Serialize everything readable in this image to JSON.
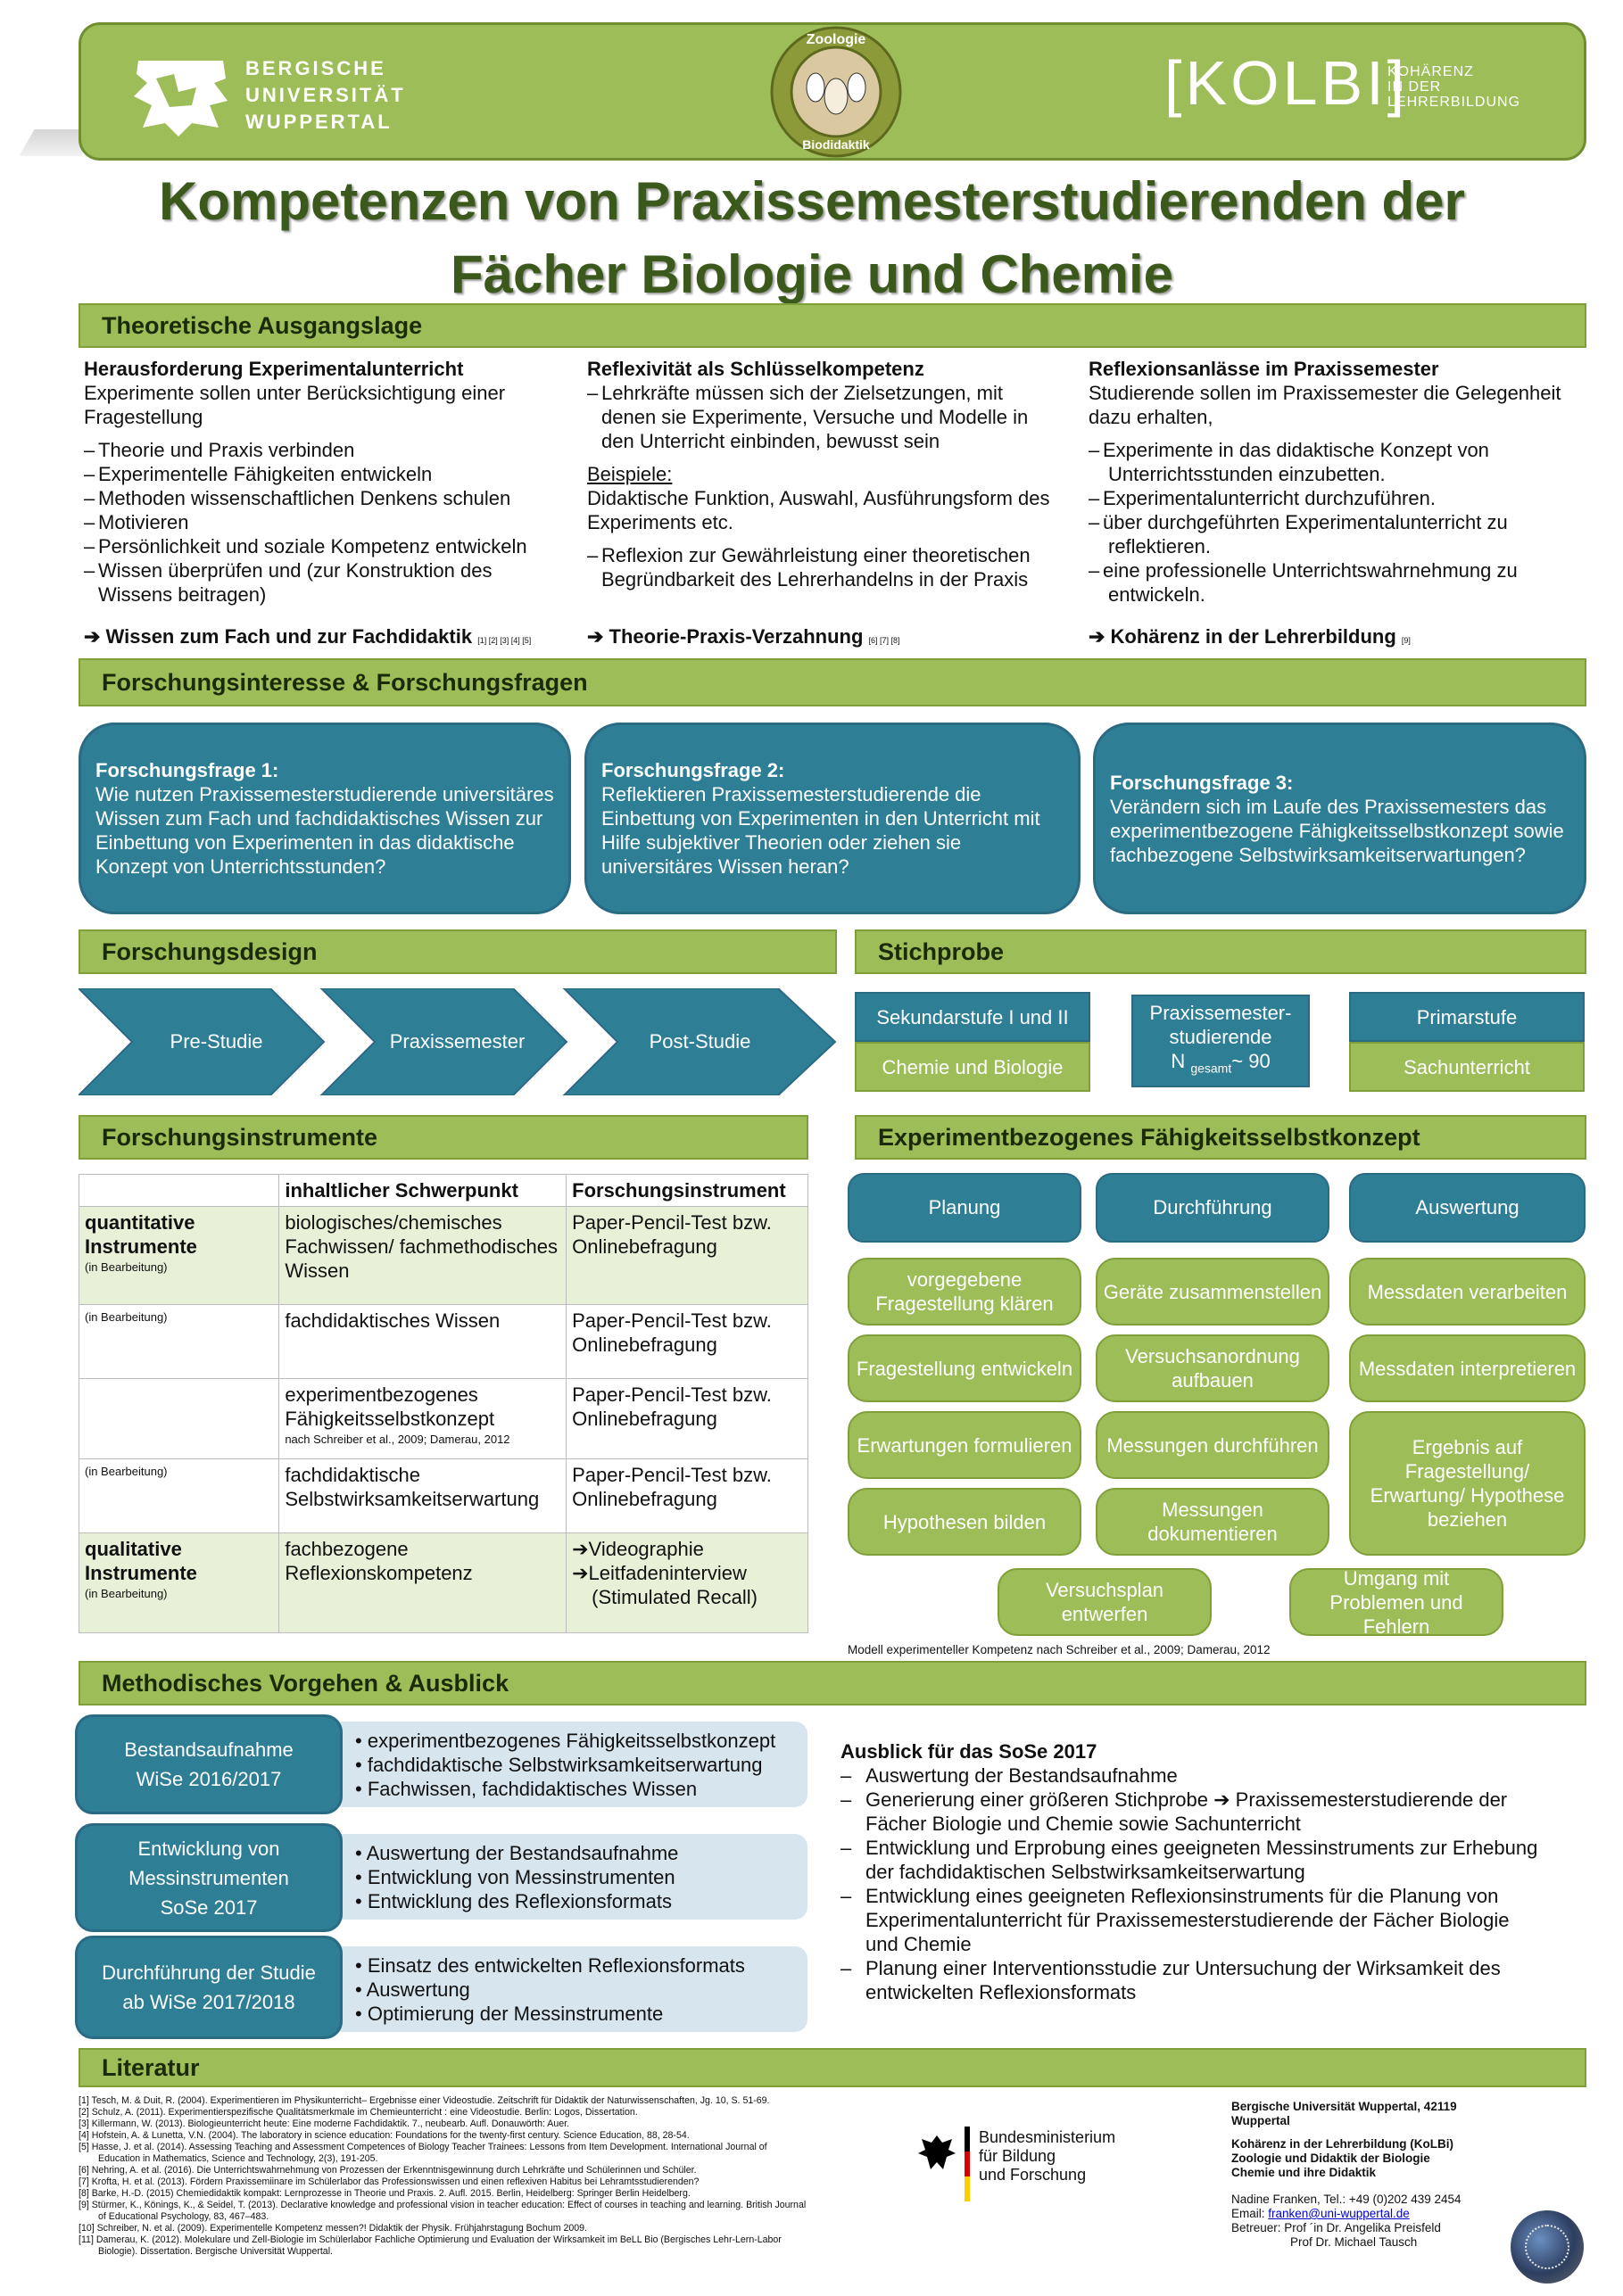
{
  "header": {
    "university_lines": [
      "BERGISCHE",
      "UNIVERSITÄT",
      "WUPPERTAL"
    ],
    "seal_top": "Zoologie",
    "seal_bottom": "Biodidaktik",
    "kolbi_logo": "[KOLBI]",
    "kolbi_sub": [
      "KOHÄRENZ",
      "IN DER",
      "LEHRERBILDUNG"
    ],
    "colors": {
      "green": "#9dbd58",
      "teal": "#2e7e96",
      "title_green": "#3a591b"
    }
  },
  "title_lines": [
    "Kompetenzen von Praxissemesterstudierenden der",
    "Fächer Biologie und Chemie"
  ],
  "sections": {
    "theory": "Theoretische Ausgangslage",
    "interest": "Forschungsinteresse & Forschungsfragen",
    "design": "Forschungsdesign",
    "sample": "Stichprobe",
    "instruments": "Forschungsinstrumente",
    "selfconcept": "Experimentbezogenes Fähigkeitsselbstkonzept",
    "method": "Methodisches Vorgehen & Ausblick",
    "literature": "Literatur"
  },
  "theory": {
    "col1": {
      "heading": "Herausforderung Experimentalunterricht",
      "intro": "Experimente sollen unter Berücksichtigung einer Fragestellung",
      "items": [
        "Theorie und Praxis verbinden",
        "Experimentelle Fähigkeiten entwickeln",
        "Methoden wissenschaftlichen Denkens schulen",
        "Motivieren",
        "Persönlichkeit und soziale Kompetenz entwickeln",
        "Wissen überprüfen und (zur Konstruktion des Wissens beitragen)"
      ],
      "conclusion": "➔ Wissen zum Fach und zur Fachdidaktik",
      "refs": "[1] [2] [3] [4] [5]"
    },
    "col2": {
      "heading": "Reflexivität als Schlüsselkompetenz",
      "item1": "Lehrkräfte müssen sich der Zielsetzungen, mit denen sie Experimente, Versuche und Modelle in den Unterricht einbinden, bewusst sein",
      "examples_label": "Beispiele:",
      "examples": "Didaktische Funktion, Auswahl, Ausführungsform des Experiments etc.",
      "item2": "Reflexion zur Gewährleistung einer theoretischen Begründbarkeit des Lehrerhandelns in der Praxis",
      "conclusion": "➔ Theorie-Praxis-Verzahnung",
      "refs": "[6] [7] [8]"
    },
    "col3": {
      "heading": "Reflexionsanlässe im Praxissemester",
      "intro": "Studierende sollen im Praxissemester die Gelegenheit dazu erhalten,",
      "items": [
        "Experimente in das didaktische Konzept von Unterrichtsstunden einzubetten.",
        "Experimentalunterricht durchzuführen.",
        "über durchgeführten Experimentalunterricht zu reflektieren.",
        "eine professionelle Unterrichtswahrnehmung zu entwickeln."
      ],
      "conclusion": "➔ Kohärenz in der Lehrerbildung",
      "refs": "[9]"
    }
  },
  "questions": [
    {
      "label": "Forschungsfrage 1:",
      "text": "Wie nutzen Praxissemesterstudierende universitäres Wissen zum Fach und fachdidaktisches Wissen zur Einbettung von Experimenten in das didaktische Konzept von Unterrichtsstunden?"
    },
    {
      "label": "Forschungsfrage 2:",
      "text": "Reflektieren Praxissemesterstudierende die Einbettung von Experimenten in den Unterricht mit Hilfe subjektiver Theorien oder ziehen sie universitäres Wissen heran?"
    },
    {
      "label": "Forschungsfrage 3:",
      "text": "Verändern sich im Laufe des Praxissemesters das experimentbezogene Fähigkeitsselbstkonzept sowie fachbezogene Selbstwirksamkeitserwartungen?"
    }
  ],
  "design_steps": [
    "Pre-Studie",
    "Praxissemester",
    "Post-Studie"
  ],
  "sample": {
    "left_top": "Sekundarstufe I und II",
    "left_bottom": "Chemie und Biologie",
    "middle_line1": "Praxissemester-",
    "middle_line2": "studierende",
    "middle_n": "N",
    "middle_sub": "gesamt",
    "middle_val": "~ 90",
    "right_top": "Primarstufe",
    "right_bottom": "Sachunterricht"
  },
  "instruments": {
    "headers": [
      "inhaltlicher Schwerpunkt",
      "Forschungsinstrument"
    ],
    "quant_label": "quantitative Instrumente",
    "qual_label": "qualitative Instrumente",
    "in_progress": "(in Bearbeitung)",
    "rows": [
      {
        "focus": "biologisches/chemisches Fachwissen/ fachmethodisches Wissen",
        "instrument": "Paper-Pencil-Test bzw. Onlinebefragung"
      },
      {
        "focus": "fachdidaktisches Wissen",
        "instrument": "Paper-Pencil-Test bzw. Onlinebefragung"
      },
      {
        "focus": "experimentbezogenes Fähigkeitsselbstkonzept",
        "focus_note": "nach Schreiber et al., 2009; Damerau, 2012",
        "instrument": "Paper-Pencil-Test bzw. Onlinebefragung"
      },
      {
        "focus": "fachdidaktische Selbstwirksamkeitserwartung",
        "instrument": "Paper-Pencil-Test bzw. Onlinebefragung"
      },
      {
        "focus": "fachbezogene Reflexionskompetenz",
        "instrument_lines": [
          "➔Videographie",
          "➔Leitfadeninterview",
          "(Stimulated Recall)"
        ]
      }
    ]
  },
  "selfconcept": {
    "phases": [
      "Planung",
      "Durchführung",
      "Auswertung"
    ],
    "col1": [
      "vorgegebene Fragestellung klären",
      "Fragestellung entwickeln",
      "Erwartungen formulieren",
      "Hypothesen bilden"
    ],
    "col2": [
      "Geräte zusammenstellen",
      "Versuchsanordnung aufbauen",
      "Messungen durchführen",
      "Messungen dokumentieren"
    ],
    "col3": [
      "Messdaten verarbeiten",
      "Messdaten interpretieren",
      "Ergebnis auf Fragestellung/ Erwartung/ Hypothese beziehen"
    ],
    "extra": [
      "Versuchsplan entwerfen",
      "Umgang mit Problemen und Fehlern"
    ],
    "caption": "Modell experimenteller Kompetenz nach Schreiber et al., 2009; Damerau, 2012"
  },
  "method": {
    "steps": [
      {
        "label": "Bestandsaufnahme WiSe 2016/2017",
        "items": [
          "experimentbezogenes Fähigkeitsselbstkonzept",
          "fachdidaktische Selbstwirksamkeitserwartung",
          "Fachwissen, fachdidaktisches Wissen"
        ]
      },
      {
        "label": "Entwicklung von Messinstrumenten SoSe 2017",
        "items": [
          "Auswertung der Bestandsaufnahme",
          "Entwicklung von Messinstrumenten",
          "Entwicklung des Reflexionsformats"
        ]
      },
      {
        "label": "Durchführung der Studie ab WiSe 2017/2018",
        "items": [
          "Einsatz des entwickelten Reflexionsformats",
          "Auswertung",
          "Optimierung der Messinstrumente"
        ]
      }
    ],
    "outlook_title": "Ausblick für das SoSe 2017",
    "outlook": [
      "Auswertung der Bestandsaufnahme",
      "Generierung einer größeren Stichprobe ➔ Praxissemesterstudierende der Fächer Biologie und Chemie sowie Sachunterricht",
      "Entwicklung und Erprobung eines geeigneten Messinstruments zur Erhebung der fachdidaktischen Selbstwirksamkeitserwartung",
      "Entwicklung eines geeigneten Reflexionsinstruments für die Planung von Experimentalunterricht für Praxissemesterstudierende der Fächer Biologie und Chemie",
      "Planung einer Interventionsstudie zur Untersuchung der Wirksamkeit des entwickelten Reflexionsformats"
    ]
  },
  "references": [
    "[1] Tesch, M. & Duit, R. (2004). Experimentieren im Physikunterricht– Ergebnisse einer Videostudie. Zeitschrift für Didaktik der Naturwissenschaften, Jg. 10, S. 51-69.",
    "[2] Schulz, A. (2011). Experimentierspezifische Qualitätsmerkmale im Chemieunterricht : eine Videostudie. Berlin: Logos, Dissertation.",
    "[3] Killermann, W. (2013). Biologieunterricht heute: Eine moderne Fachdidaktik. 7., neubearb. Aufl. Donauwörth: Auer.",
    "[4] Hofstein, A. & Lunetta, V.N. (2004). The laboratory in science education: Foundations for the twenty-first century. Science Education, 88, 28-54.",
    "[5] Hasse, J. et al. (2014). Assessing Teaching and Assessment Competences of Biology Teacher Trainees: Lessons from Item Development. International Journal of Education in Mathematics, Science and Technology, 2(3), 191-205.",
    "[6] Nehring, A. et al. (2016). Die Unterrichtswahrnehmung von Prozessen der Erkenntnisgewinnung durch Lehrkräfte und Schülerinnen und Schüler.",
    "[7] Krofta, H. et al. (2013). Fördern Praxissemiinare im Schülerlabor das Professionswissen und einen reflexiven Habitus bei Lehramtsstudierenden?",
    "[8] Barke, H.-D. (2015) Chemiedidaktik kompakt: Lernprozesse in Theorie und Praxis. 2. Aufl. 2015. Berlin, Heidelberg: Springer Berlin Heidelberg.",
    "[9] Stürmer, K., Könings, K., & Seidel, T. (2013). Declarative knowledge and professional vision in teacher education: Effect of courses in teaching and learning. British Journal of Educational Psychology, 83, 467–483.",
    "[10] Schreiber, N. et al. (2009). Experimentelle Kompetenz messen?! Didaktik der Physik. Frühjahrstagung Bochum 2009.",
    "[11] Damerau, K. (2012). Molekulare und Zell-Biologie im Schülerlabor Fachliche Optimierung und Evaluation der Wirksamkeit im BeLL Bio (Bergisches Lehr-Lern-Labor Biologie). Dissertation. Bergische Universität Wuppertal."
  ],
  "bmbf": [
    "Bundesministerium",
    "für Bildung",
    "und Forschung"
  ],
  "contact": {
    "uni": "Bergische Universität Wuppertal, 42119 Wuppertal",
    "proj1": "Kohärenz in der Lehrerbildung (KoLBi)",
    "proj2": "Zoologie und Didaktik der Biologie",
    "proj3": "Chemie und ihre Didaktik",
    "name": "Nadine Franken, Tel.: +49 (0)202 439 2454",
    "email_label": "Email: ",
    "email": "franken@uni-wuppertal.de",
    "supervisor1": "Betreuer: Prof ´in Dr. Angelika Preisfeld",
    "supervisor2": "Prof Dr. Michael Tausch"
  }
}
